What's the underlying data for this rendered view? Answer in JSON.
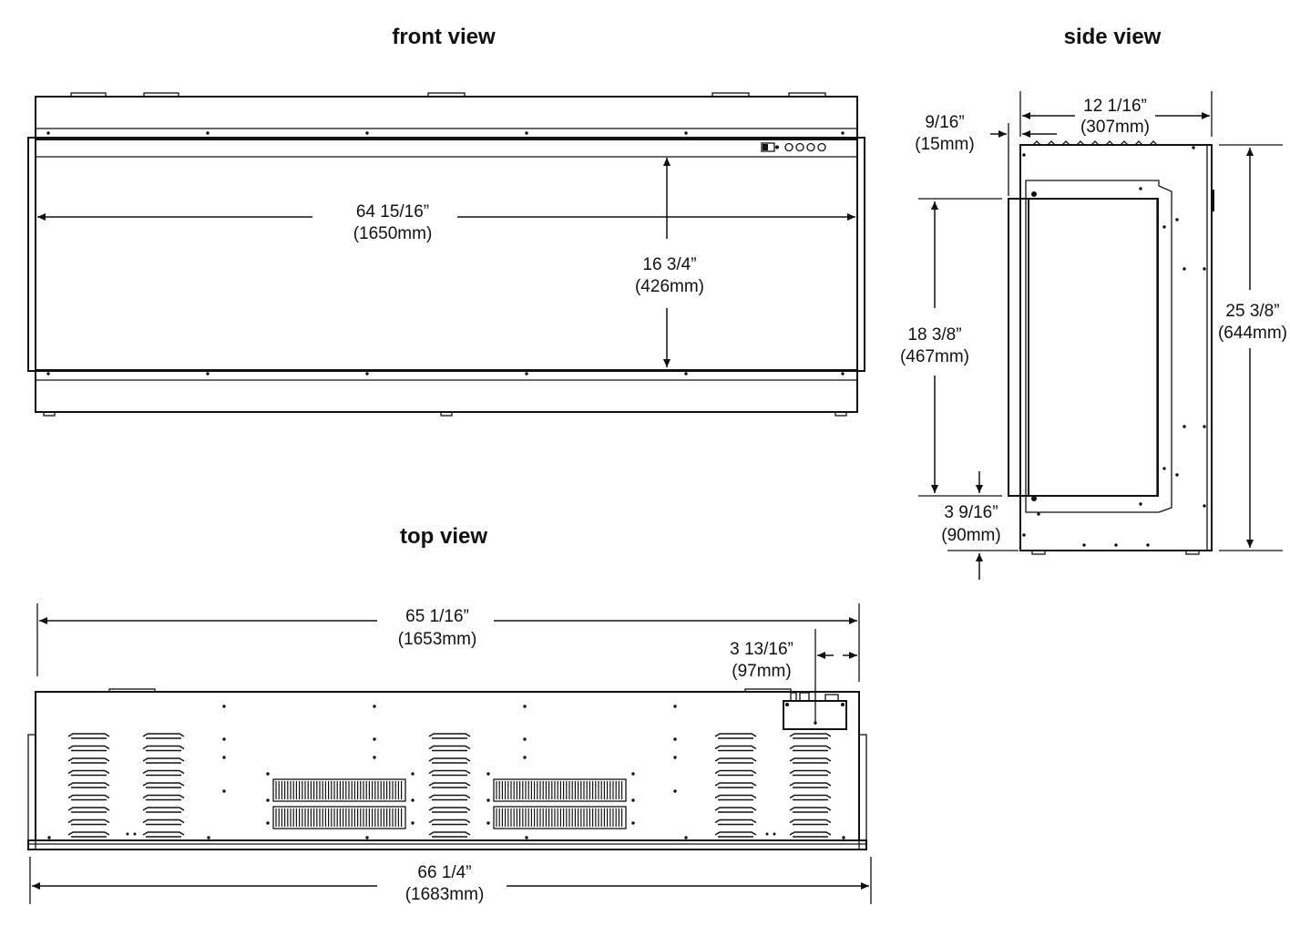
{
  "views": {
    "front": {
      "title": "front view",
      "width": {
        "imperial": "64 15/16”",
        "metric": "(1650mm)"
      },
      "height": {
        "imperial": "16 3/4”",
        "metric": "(426mm)"
      }
    },
    "side": {
      "title": "side view",
      "depth": {
        "imperial": "12 1/16”",
        "metric": "(307mm)"
      },
      "trim_offset": {
        "imperial": "9/16”",
        "metric": "(15mm)"
      },
      "opening_height": {
        "imperial": "18 3/8”",
        "metric": "(467mm)"
      },
      "base_offset": {
        "imperial": "3 9/16”",
        "metric": "(90mm)"
      },
      "total_height": {
        "imperial": "25 3/8”",
        "metric": "(644mm)"
      }
    },
    "top": {
      "title": "top view",
      "body_width": {
        "imperial": "65 1/16”",
        "metric": "(1653mm)"
      },
      "box_offset": {
        "imperial": "3 13/16”",
        "metric": "(97mm)"
      },
      "overall_width": {
        "imperial": "66 1/4”",
        "metric": "(1683mm)"
      }
    }
  }
}
